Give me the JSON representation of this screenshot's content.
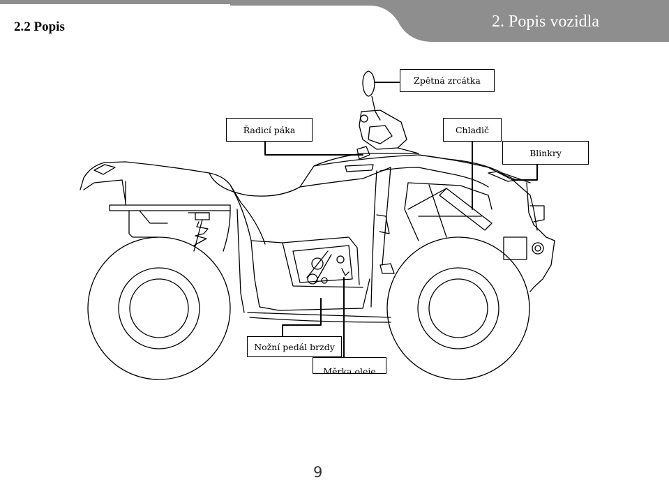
{
  "header": {
    "section_label": "2.2 Popis",
    "chapter_title": "2. Popis vozidla"
  },
  "callouts": {
    "mirrors": "Zpětná zrcátka",
    "gear_lever": "Řadicí páka",
    "radiator": "Chladič",
    "turn_signals": "Blinkry",
    "brake_pedal": "Nožní pedál brzdy",
    "oil_dipstick": "Měrka oleje"
  },
  "footer": {
    "page_number": "9"
  },
  "colors": {
    "header_gray": "#8e8e8e",
    "header_white_text": "#ffffff"
  }
}
